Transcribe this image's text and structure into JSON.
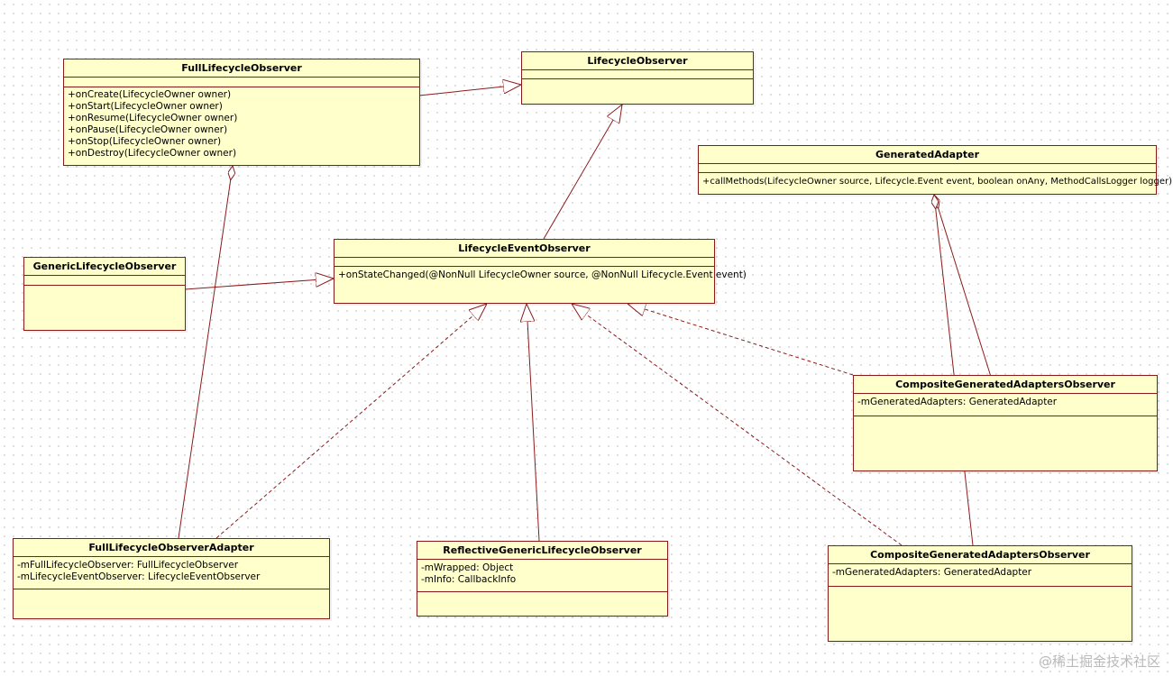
{
  "diagram": {
    "classes": {
      "lifecycle_observer": {
        "name": "LifecycleObserver",
        "attributes": [],
        "operations": []
      },
      "full_lifecycle_observer": {
        "name": "FullLifecycleObserver",
        "attributes": [],
        "operations": [
          "+onCreate(LifecycleOwner owner)",
          "+onStart(LifecycleOwner owner)",
          "+onResume(LifecycleOwner owner)",
          "+onPause(LifecycleOwner owner)",
          "+onStop(LifecycleOwner owner)",
          "+onDestroy(LifecycleOwner owner)"
        ]
      },
      "generated_adapter": {
        "name": "GeneratedAdapter",
        "attributes": [],
        "operations": [
          "+callMethods(LifecycleOwner source, Lifecycle.Event event, boolean onAny, MethodCallsLogger logger)"
        ]
      },
      "generic_lifecycle_observer": {
        "name": "GenericLifecycleObserver",
        "attributes": [],
        "operations": []
      },
      "lifecycle_event_observer": {
        "name": "LifecycleEventObserver",
        "attributes": [],
        "operations": [
          "+onStateChanged(@NonNull LifecycleOwner source, @NonNull Lifecycle.Event event)"
        ]
      },
      "composite_adapters_observer_1": {
        "name": "CompositeGeneratedAdaptersObserver",
        "attributes": [
          "-mGeneratedAdapters:  GeneratedAdapter"
        ],
        "operations": []
      },
      "full_lifecycle_observer_adapter": {
        "name": "FullLifecycleObserverAdapter",
        "attributes": [
          "-mFullLifecycleObserver: FullLifecycleObserver",
          "-mLifecycleEventObserver: LifecycleEventObserver"
        ],
        "operations": []
      },
      "reflective_generic_lifecycle_observer": {
        "name": "ReflectiveGenericLifecycleObserver",
        "attributes": [
          "-mWrapped: Object",
          "-mInfo: CallbackInfo"
        ],
        "operations": []
      },
      "composite_adapters_observer_2": {
        "name": "CompositeGeneratedAdaptersObserver",
        "attributes": [
          "-mGeneratedAdapters:  GeneratedAdapter"
        ],
        "operations": []
      }
    },
    "colors": {
      "box_fill": "#ffffcc",
      "line": "#8b1a1a"
    }
  },
  "watermark": "@稀土掘金技术社区"
}
